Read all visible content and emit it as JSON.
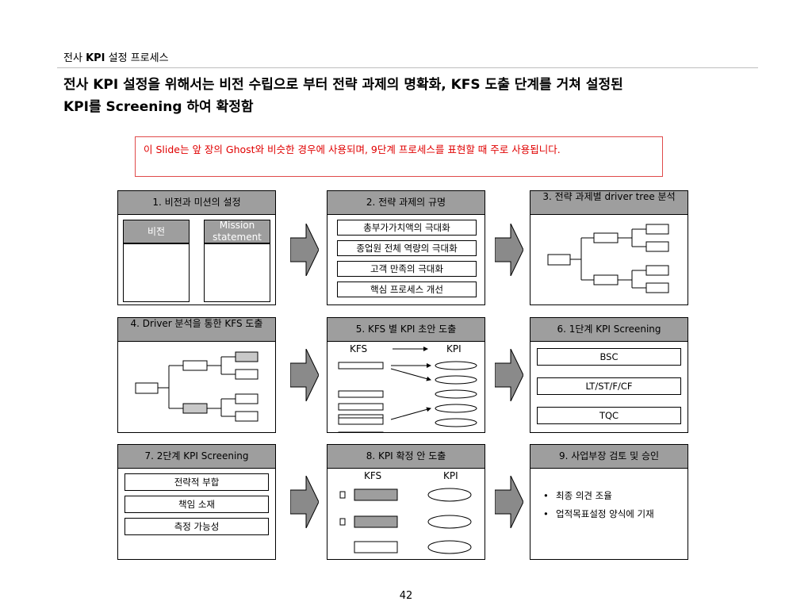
{
  "header": {
    "title_pre": "전사",
    "title_bold": "KPI",
    "title_post": "설정 프로세스"
  },
  "headline": {
    "part1": "전사",
    "b1": "KPI",
    "part2": "설정을 위해서는 비전 수립으로 부터 전략 과제의 명확화,",
    "b2": "KFS",
    "part3": "도출 단계를 거쳐 설정된",
    "b3": "KPI",
    "part4": "를",
    "b4": "Screening",
    "part5": "하여 확정함"
  },
  "note": "이 Slide는 앞 장의 Ghost와 비슷한 경우에 사용되며, 9단계 프로세스를 표현할 때 주로 사용됩니다.",
  "colors": {
    "header_gray": "#9e9e9e",
    "arrow_gray": "#8a8a8a",
    "note_red": "#e00000"
  },
  "steps": [
    {
      "title": "1. 비전과 미션의 설정",
      "boxes": [
        "비전",
        "Mission statement"
      ]
    },
    {
      "title": "2. 전략 과제의 규명",
      "items": [
        "총부가가치액의 극대화",
        "종업원 전체 역량의 극대화",
        "고객 만족의 극대화",
        "핵심 프로세스 개선"
      ]
    },
    {
      "title": "3. 전략 과제별 driver tree 분석"
    },
    {
      "title": "4. Driver 분석을 통한 KFS 도출"
    },
    {
      "title": "5. KFS 별 KPI 초안 도출",
      "col_left": "KFS",
      "col_right": "KPI"
    },
    {
      "title": "6. 1단계 KPI Screening",
      "items": [
        "BSC",
        "LT/ST/F/CF",
        "TQC"
      ]
    },
    {
      "title": "7. 2단계 KPI Screening",
      "items": [
        "전략적 부합",
        "책임 소재",
        "측정 가능성"
      ]
    },
    {
      "title": "8. KPI 확정 안 도출",
      "col_left": "KFS",
      "col_right": "KPI"
    },
    {
      "title": "9. 사업부장 검토 및 승인",
      "bullets": [
        "최종 의견 조율",
        "업적목표설정 양식에 기재"
      ]
    }
  ],
  "page_number": "42"
}
